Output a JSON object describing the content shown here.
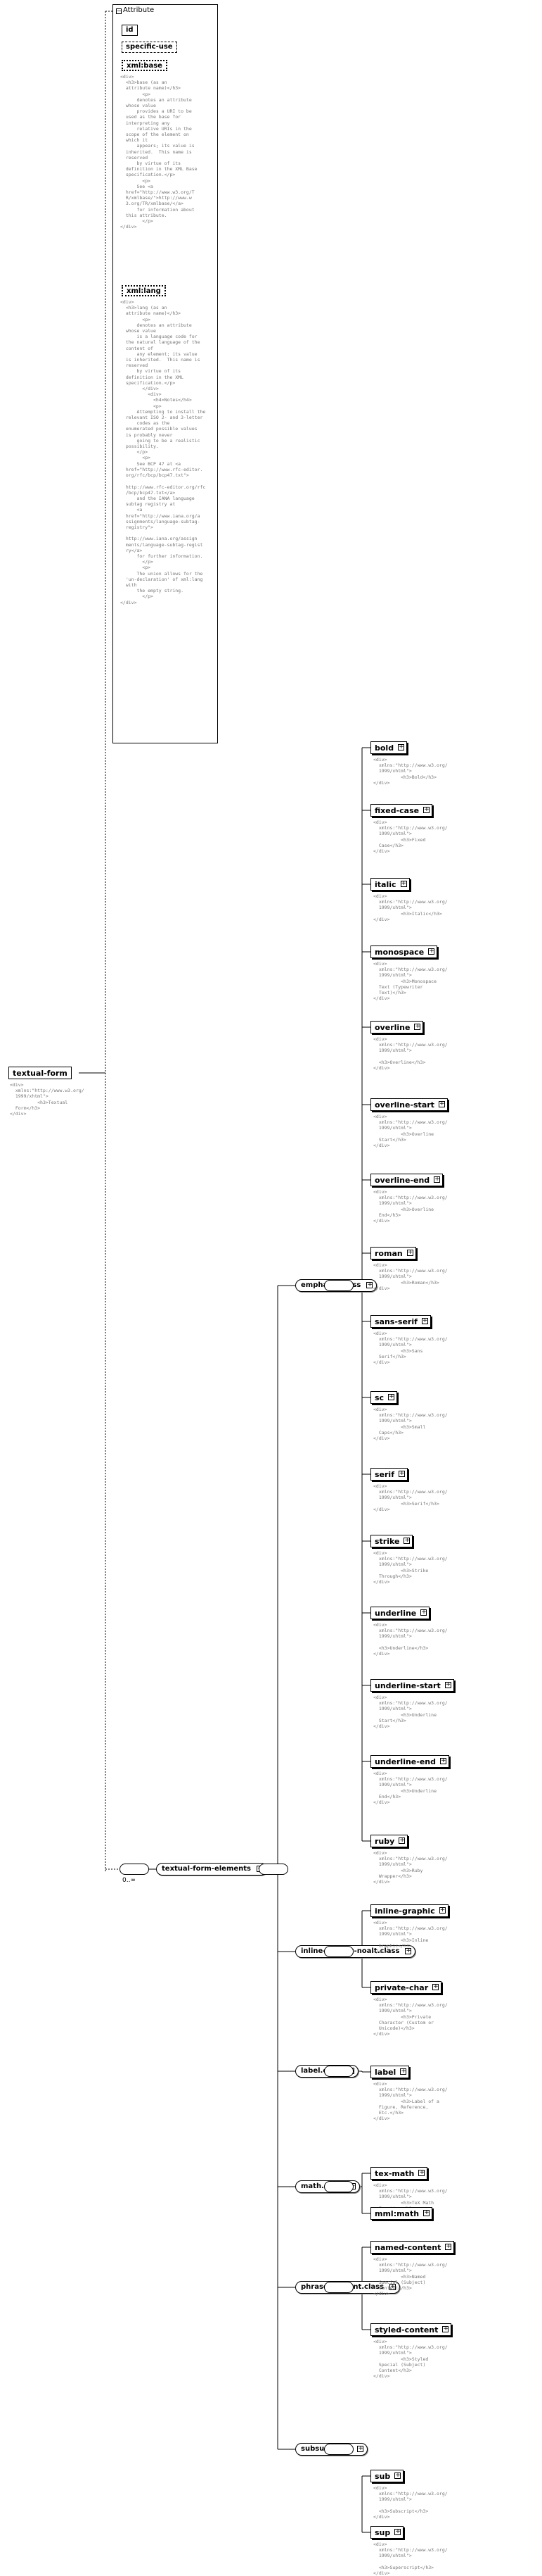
{
  "root": {
    "name": "textual-form",
    "doc": "<div>\n  xmlns:\"http://www.w3.org/\n  1999/xhtml\">\n          <h3>Textual\n  Form</h3>\n</div>"
  },
  "attributes": {
    "panel_title": "Attribute",
    "items": [
      {
        "name": "id",
        "style": "solid",
        "doc": ""
      },
      {
        "name": "specific-use",
        "style": "dashed",
        "doc": ""
      },
      {
        "name": "xml:base",
        "style": "dotted",
        "doc": "<div>\n  <h3>base (as an\n  attribute name)</h3>\n        <p>\n      denotes an attribute\n  whose value\n      provides a URI to be\n  used as the base for\n  interpreting any\n      relative URIs in the\n  scope of the element on\n  which it\n      appears; its value is\n  inherited.  This name is\n  reserved\n      by virtue of its\n  definition in the XML Base\n  specification.</p>\n        <p>\n      See <a\n  href=\"http://www.w3.org/T\n  R/xmlbase/\">http://www.w\n  3.org/TR/xmlbase/</a>\n      for information about\n  this attribute.\n        </p>\n</div>"
      },
      {
        "name": "xml:lang",
        "style": "dotted",
        "doc": "<div>\n  <h3>lang (as an\n  attribute name)</h3>\n        <p>\n      denotes an attribute\n  whose value\n      is a language code for\n  the natural language of the\n  content of\n      any element; its value\n  is inherited.  This name is\n  reserved\n      by virtue of its\n  definition in the XML\n  specification.</p>\n        </div>\n          <div>\n            <h4>Notes</h4>\n            <p>\n      Attempting to install the\n  relevant ISO 2- and 3-letter\n      codes as the\n  enumerated possible values\n  is probably never\n      going to be a realistic\n  possibility.\n      </p>\n        <p>\n      See BCP 47 at <a\n  href=\"http://www.rfc-editor.\n  org/rfc/bcp/bcp47.txt\">\n\n  http://www.rfc-editor.org/rfc\n  /bcp/bcp47.txt</a>\n      and the IANA language\n  subtag registry at\n      <a\n  href=\"http://www.iana.org/a\n  ssignments/language-subtag-\n  registry\">\n\n  http://www.iana.org/assign\n  ments/language-subtag-regist\n  ry</a>\n      for further information.\n        </p>\n        <p>\n      The union allows for the\n  'un-declaration' of xml:lang\n  with\n      the empty string.\n        </p>\n</div>"
      }
    ]
  },
  "sequence": {
    "occurrence": "0..∞",
    "group": "textual-form-elements"
  },
  "classes": [
    {
      "name": "emphasis.class",
      "children": [
        {
          "name": "bold",
          "doc": "<div>\n  xmlns:\"http://www.w3.org/\n  1999/xhtml\">\n          <h3>Bold</h3>\n</div>"
        },
        {
          "name": "fixed-case",
          "doc": "<div>\n  xmlns:\"http://www.w3.org/\n  1999/xhtml\">\n          <h3>Fixed\n  Case</h3>\n</div>"
        },
        {
          "name": "italic",
          "doc": "<div>\n  xmlns:\"http://www.w3.org/\n  1999/xhtml\">\n          <h3>Italic</h3>\n</div>"
        },
        {
          "name": "monospace",
          "doc": "<div>\n  xmlns:\"http://www.w3.org/\n  1999/xhtml\">\n          <h3>Monospace\n  Text (Typewriter\n  Text)</h3>\n</div>"
        },
        {
          "name": "overline",
          "doc": "<div>\n  xmlns:\"http://www.w3.org/\n  1999/xhtml\">\n\n  <h3>Overline</h3>\n</div>"
        },
        {
          "name": "overline-start",
          "doc": "<div>\n  xmlns:\"http://www.w3.org/\n  1999/xhtml\">\n          <h3>Overline\n  Start</h3>\n</div>"
        },
        {
          "name": "overline-end",
          "doc": "<div>\n  xmlns:\"http://www.w3.org/\n  1999/xhtml\">\n          <h3>Overline\n  End</h3>\n</div>"
        },
        {
          "name": "roman",
          "doc": "<div>\n  xmlns:\"http://www.w3.org/\n  1999/xhtml\">\n          <h3>Roman</h3>\n</div>"
        },
        {
          "name": "sans-serif",
          "doc": "<div>\n  xmlns:\"http://www.w3.org/\n  1999/xhtml\">\n          <h3>Sans\n  Serif</h3>\n</div>"
        },
        {
          "name": "sc",
          "doc": "<div>\n  xmlns:\"http://www.w3.org/\n  1999/xhtml\">\n          <h3>Small\n  Caps</h3>\n</div>"
        },
        {
          "name": "serif",
          "doc": "<div>\n  xmlns:\"http://www.w3.org/\n  1999/xhtml\">\n          <h3>Serif</h3>\n</div>"
        },
        {
          "name": "strike",
          "doc": "<div>\n  xmlns:\"http://www.w3.org/\n  1999/xhtml\">\n          <h3>Strike\n  Through</h3>\n</div>"
        },
        {
          "name": "underline",
          "doc": "<div>\n  xmlns:\"http://www.w3.org/\n  1999/xhtml\">\n\n  <h3>Underline</h3>\n</div>"
        },
        {
          "name": "underline-start",
          "doc": "<div>\n  xmlns:\"http://www.w3.org/\n  1999/xhtml\">\n          <h3>Underline\n  Start</h3>\n</div>"
        },
        {
          "name": "underline-end",
          "doc": "<div>\n  xmlns:\"http://www.w3.org/\n  1999/xhtml\">\n          <h3>Underline\n  End</h3>\n</div>"
        },
        {
          "name": "ruby",
          "doc": "<div>\n  xmlns:\"http://www.w3.org/\n  1999/xhtml\">\n          <h3>Ruby\n  Wrapper</h3>\n</div>"
        }
      ]
    },
    {
      "name": "inline-display-noalt.class",
      "children": [
        {
          "name": "inline-graphic",
          "doc": "<div>\n  xmlns:\"http://www.w3.org/\n  1999/xhtml\">\n          <h3>Inline\n  Graphic</h3>\n</div>"
        },
        {
          "name": "private-char",
          "doc": "<div>\n  xmlns:\"http://www.w3.org/\n  1999/xhtml\">\n          <h3>Private\n  Character (Custom or\n  Unicode)</h3>\n</div>"
        }
      ]
    },
    {
      "name": "label.class",
      "children": [
        {
          "name": "label",
          "doc": "<div>\n  xmlns:\"http://www.w3.org/\n  1999/xhtml\">\n          <h3>Label of a\n  Figure, Reference,\n  Etc.</h3>\n</div>"
        }
      ]
    },
    {
      "name": "math.class",
      "children": [
        {
          "name": "tex-math",
          "doc": "<div>\n  xmlns:\"http://www.w3.org/\n  1999/xhtml\">\n          <h3>TeX Math\n  Equation</h3>\n</div>"
        },
        {
          "name": "mml:math",
          "doc": ""
        }
      ]
    },
    {
      "name": "phrase-content.class",
      "children": [
        {
          "name": "named-content",
          "doc": "<div>\n  xmlns:\"http://www.w3.org/\n  1999/xhtml\">\n          <h3>Named\n  Special (Subject)\n  Content</h3>\n</div>"
        },
        {
          "name": "styled-content",
          "doc": "<div>\n  xmlns:\"http://www.w3.org/\n  1999/xhtml\">\n          <h3>Styled\n  Special (Subject)\n  Content</h3>\n</div>"
        }
      ]
    },
    {
      "name": "subsup.class",
      "children": [
        {
          "name": "sub",
          "doc": "<div>\n  xmlns:\"http://www.w3.org/\n  1999/xhtml\">\n\n  <h3>Subscript</h3>\n</div>"
        },
        {
          "name": "sup",
          "doc": "<div>\n  xmlns:\"http://www.w3.org/\n  1999/xhtml\">\n\n  <h3>Superscript</h3>\n</div>"
        }
      ]
    }
  ]
}
